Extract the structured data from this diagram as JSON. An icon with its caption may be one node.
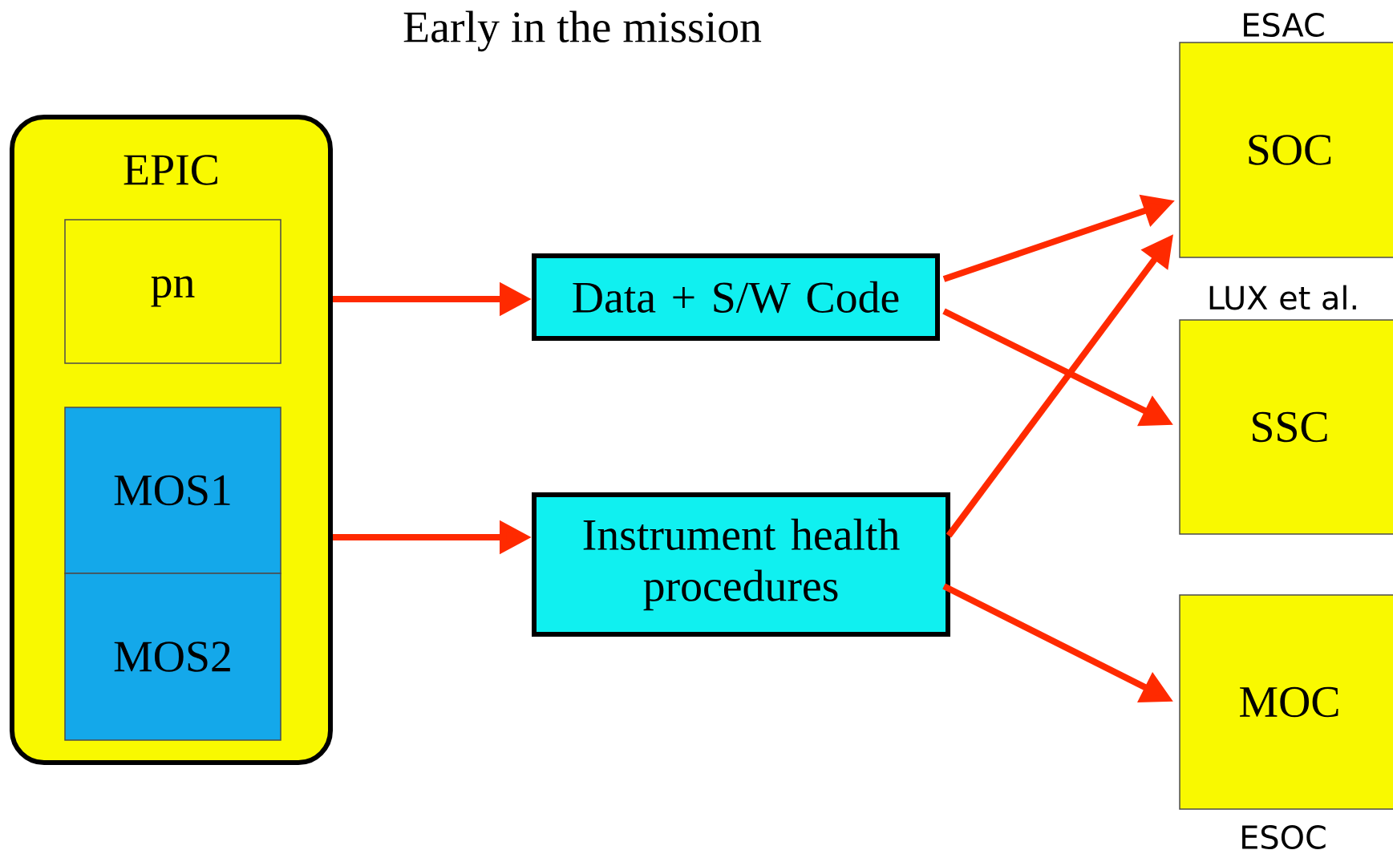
{
  "diagram": {
    "title": "Early in the mission",
    "nodes": [
      {
        "text": [
          "EPIC"
        ]
      },
      {
        "text": [
          "pn"
        ],
        "in": 0
      },
      {
        "text": [
          "MOS1"
        ],
        "in": 0
      },
      {
        "text": [
          "MOS2"
        ],
        "in": 0
      },
      {
        "text": [
          "Data + S/W Code"
        ]
      },
      {
        "text": [
          "Instrument health procedures"
        ]
      },
      {
        "text": [
          "SOC"
        ],
        "beside": [
          "ESAC"
        ]
      },
      {
        "text": [
          "SSC"
        ],
        "beside": [
          "LUX et al."
        ]
      },
      {
        "text": [
          "MOC"
        ],
        "beside": [
          "ESOC"
        ]
      }
    ],
    "edges": [
      {
        "from": 0,
        "to": 4,
        "arrow": "to"
      },
      {
        "from": 0,
        "to": 5,
        "arrow": "to"
      },
      {
        "from": 4,
        "to": 6,
        "arrow": "to"
      },
      {
        "from": 4,
        "to": 7,
        "arrow": "to"
      },
      {
        "from": 5,
        "to": 6,
        "arrow": "to"
      },
      {
        "from": 5,
        "to": 8,
        "arrow": "to"
      }
    ]
  }
}
